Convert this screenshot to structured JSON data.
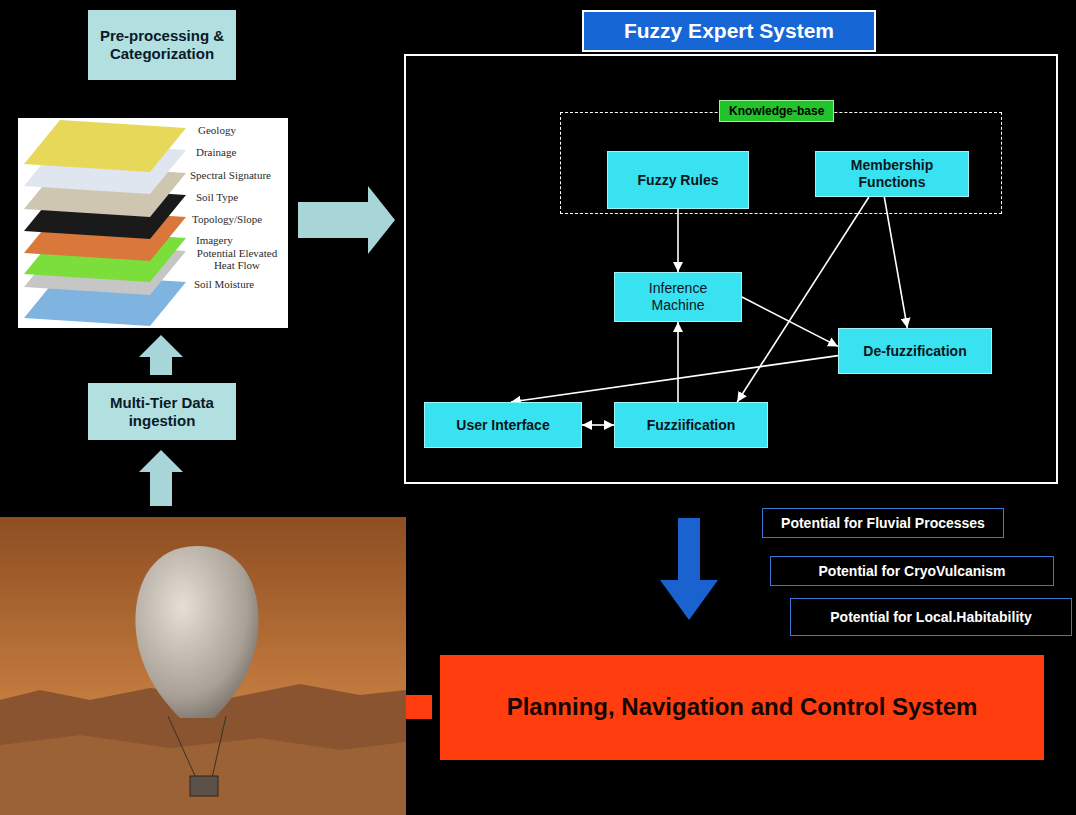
{
  "diagram": {
    "nodes": [
      {
        "text": [
          "Pre-processing & Categorization"
        ]
      },
      {
        "text": [
          "Multi-Tier Data ingestion"
        ]
      },
      {
        "text": [
          "Fuzzy Expert System"
        ]
      },
      {
        "text": [
          "Knowledge-base"
        ],
        "in": 2
      },
      {
        "text": [
          "Fuzzy Rules"
        ],
        "in": 3
      },
      {
        "text": [
          "Membership Functions"
        ],
        "in": 3
      },
      {
        "text": [
          "Inference Machine"
        ],
        "in": 2
      },
      {
        "text": [
          "De-fuzzification"
        ],
        "in": 2
      },
      {
        "text": [
          "User Interface"
        ],
        "in": 2
      },
      {
        "text": [
          "Fuzziification"
        ],
        "in": 2
      },
      {
        "text": [
          "Potential for Fluvial Processes"
        ]
      },
      {
        "text": [
          "Potential for CryoVulcanism"
        ]
      },
      {
        "text": [
          "Potential for Local.Habitability"
        ]
      },
      {
        "text": [
          "Planning, Navigation and Control System"
        ]
      }
    ],
    "edges": [
      {
        "from": 4,
        "to": 6,
        "arrow": "to"
      },
      {
        "from": 5,
        "to": 7,
        "arrow": "to"
      },
      {
        "from": 5,
        "to": 9,
        "arrow": "to"
      },
      {
        "from": 6,
        "to": 7,
        "arrow": "to"
      },
      {
        "from": 9,
        "to": 6,
        "arrow": "to"
      },
      {
        "from": 7,
        "to": 8,
        "arrow": "to"
      },
      {
        "from": 8,
        "to": 9,
        "arrow": "both"
      }
    ],
    "labels": [
      "Geology",
      "Drainage",
      "Spectral Signature",
      "Soil Type",
      "Topology/Slope",
      "Imagery",
      "Potential Elevated Heat Flow",
      "Soil Moisture"
    ]
  }
}
